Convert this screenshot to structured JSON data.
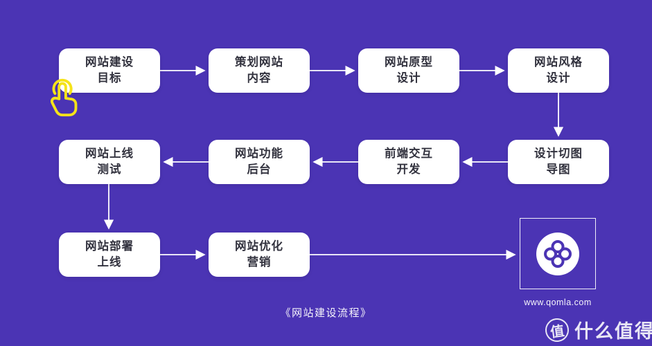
{
  "canvas": {
    "background": "#4B34B4",
    "node_background": "#FFFFFF",
    "node_text_color": "#32323E",
    "arrow_color": "#FFFFFF",
    "tap_icon_color": "#F5E31A",
    "logo_glyph_color": "#4B34B4"
  },
  "flowchart": {
    "title": "《网站建设流程》",
    "website": "www.qomla.com",
    "nodes": [
      {
        "id": "goal",
        "label": "网站建设\n目标"
      },
      {
        "id": "plan",
        "label": "策划网站\n内容"
      },
      {
        "id": "prototype",
        "label": "网站原型\n设计"
      },
      {
        "id": "style",
        "label": "网站风格\n设计"
      },
      {
        "id": "slice",
        "label": "设计切图\n导图"
      },
      {
        "id": "frontend",
        "label": "前端交互\n开发"
      },
      {
        "id": "backend",
        "label": "网站功能\n后台"
      },
      {
        "id": "test",
        "label": "网站上线\n测试"
      },
      {
        "id": "deploy",
        "label": "网站部署\n上线"
      },
      {
        "id": "marketing",
        "label": "网站优化\n营销"
      }
    ],
    "flow_order": [
      "goal",
      "plan",
      "prototype",
      "style",
      "slice",
      "frontend",
      "backend",
      "test",
      "deploy",
      "marketing",
      "logo"
    ]
  },
  "watermark": {
    "badge": "值",
    "label": "什么值得买"
  }
}
